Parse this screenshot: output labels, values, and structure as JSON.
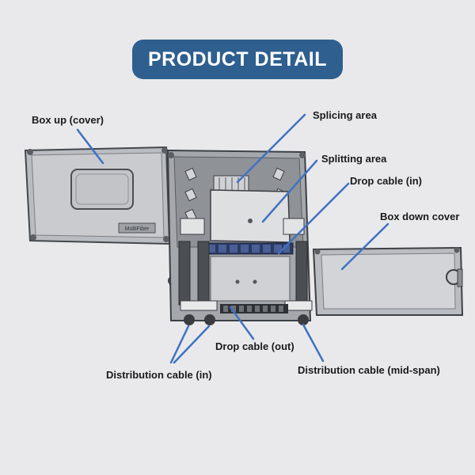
{
  "title": "PRODUCT DETAIL",
  "colors": {
    "title_bg": "#2e5f8f",
    "leader_line": "#3f72c2",
    "background": "#e9e9ec"
  },
  "labels": {
    "box_up_cover": "Box up (cover)",
    "splicing_area": "Splicing area",
    "splitting_area": "Splitting area",
    "drop_cable_in": "Drop cable (in)",
    "box_down_cover": "Box down cover",
    "drop_cable_out": "Drop cable (out)",
    "distribution_cable_in": "Distribution cable (in)",
    "distribution_cable_mid_span": "Distribution cable (mid-span)"
  },
  "cover_badge": "MultiFiber"
}
